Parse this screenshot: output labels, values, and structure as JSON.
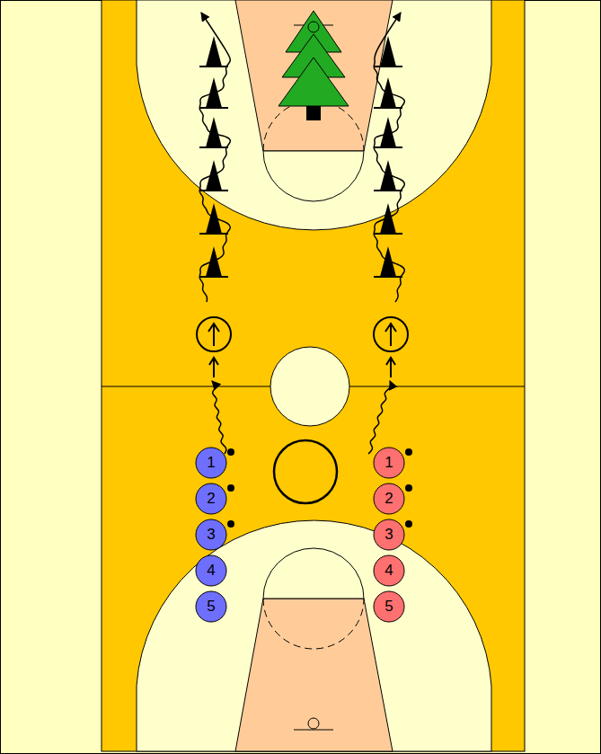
{
  "diagram": {
    "nodes": [
      {
        "text": [
          "1"
        ]
      },
      {
        "text": [
          "2"
        ]
      },
      {
        "text": [
          "3"
        ]
      },
      {
        "text": [
          "4"
        ]
      },
      {
        "text": [
          "5"
        ]
      },
      {
        "text": [
          "1"
        ]
      },
      {
        "text": [
          "2"
        ]
      },
      {
        "text": [
          "3"
        ]
      },
      {
        "text": [
          "4"
        ]
      },
      {
        "text": [
          "5"
        ]
      }
    ]
  }
}
